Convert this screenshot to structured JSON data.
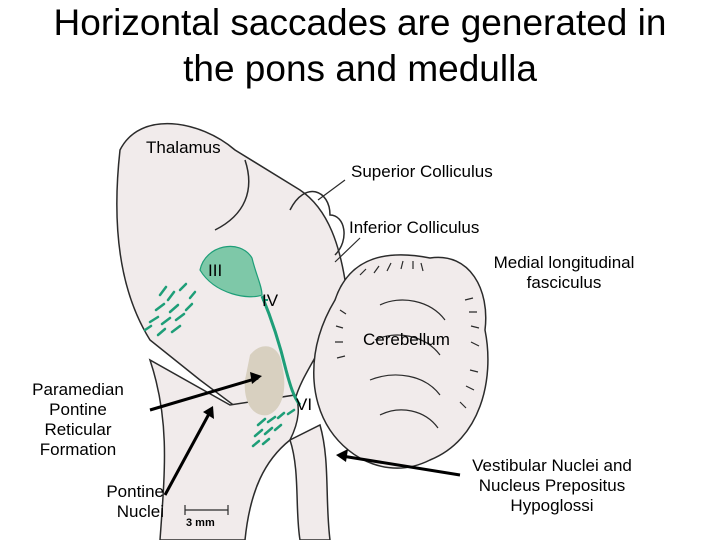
{
  "title": {
    "line1": "Horizontal saccades are generated in",
    "line2": "the pons and medulla"
  },
  "labels": {
    "thalamus": "Thalamus",
    "superior_colliculus": "Superior Colliculus",
    "inferior_colliculus": "Inferior Colliculus",
    "mlf_line1": "Medial longitudinal",
    "mlf_line2": "fasciculus",
    "cerebellum": "Cerebellum",
    "pprf_line1": "Paramedian",
    "pprf_line2": "Pontine",
    "pprf_line3": "Reticular",
    "pprf_line4": "Formation",
    "pontine_line1": "Pontine",
    "pontine_line2": "Nuclei",
    "vestibular_line1": "Vestibular Nuclei and",
    "vestibular_line2": "Nucleus Prepositus",
    "vestibular_line3": "Hypoglossi",
    "nucleus_III": "III",
    "nucleus_IV": "IV",
    "nucleus_VI": "VI",
    "scale_bar": "3 mm"
  },
  "colors": {
    "brain_fill": "#f1ebeb",
    "outline": "#2b2b2b",
    "nucleus_green": "#7ec8a8",
    "fiber_green": "#1e9e78",
    "pprf_fill": "#d8d0c0"
  }
}
